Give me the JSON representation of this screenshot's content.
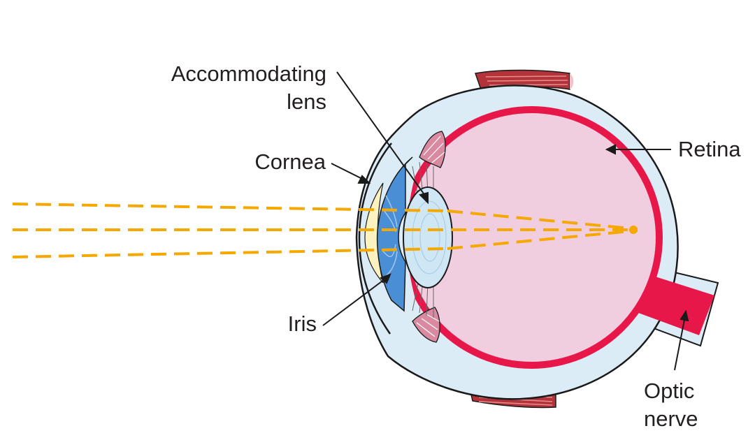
{
  "labels": {
    "accommodating_lens": [
      "Accommodating",
      "lens"
    ],
    "cornea": "Cornea",
    "iris": "Iris",
    "retina": "Retina",
    "optic_nerve": [
      "Optic",
      "nerve"
    ]
  },
  "colors": {
    "light_ray": "#f5a800",
    "retina": "#e8174a",
    "vitreous": "#f1cde0",
    "sclera": "#dcecf7",
    "outline": "#1a1a1a",
    "iris": "#4a8fd6",
    "lens": "#cfe6f5",
    "cornea_fluid": "#fbf2c0",
    "muscle": "#b3333b",
    "ciliary": "#d98aa0"
  }
}
